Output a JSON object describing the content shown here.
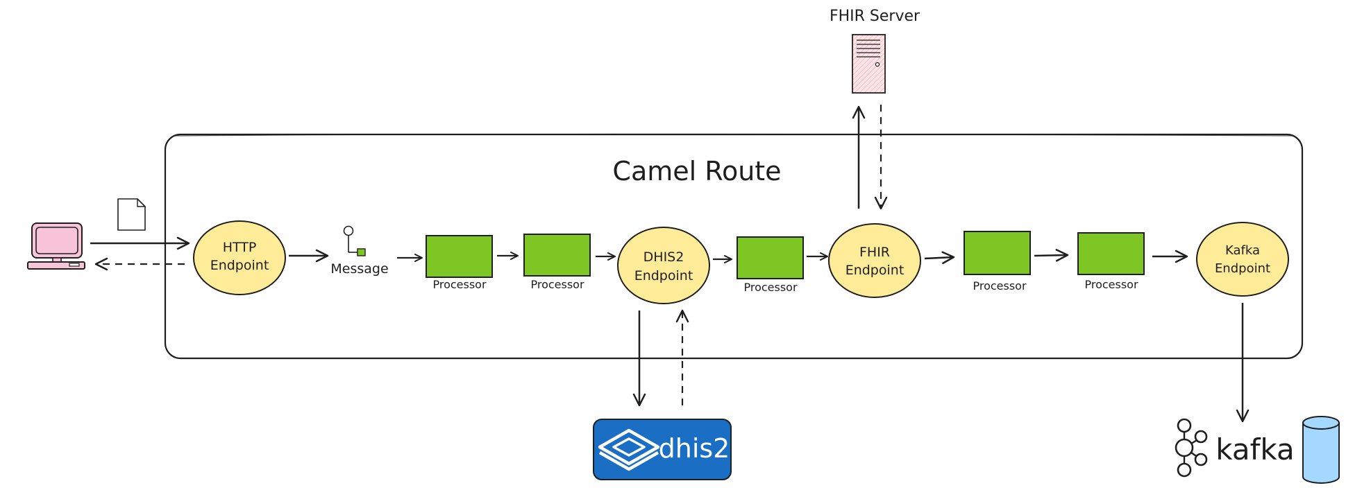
{
  "diagram": {
    "route_title": "Camel Route",
    "fhir_server_label": "FHIR Server",
    "message_label": "Message",
    "http_endpoint": {
      "line1": "HTTP",
      "line2": "Endpoint"
    },
    "dhis2_endpoint": {
      "line1": "DHIS2",
      "line2": "Endpoint"
    },
    "fhir_endpoint": {
      "line1": "FHIR",
      "line2": "Endpoint"
    },
    "kafka_endpoint": {
      "line1": "Kafka",
      "line2": "Endpoint"
    },
    "processors": [
      "Processor",
      "Processor",
      "Processor",
      "Processor",
      "Processor"
    ],
    "dhis2_logo_text": "dhis2",
    "kafka_logo_text": "kafka"
  },
  "colors": {
    "endpoint_fill": "#ffec99",
    "processor_fill": "#7ec623",
    "dhis2_blue": "#1a6fc4",
    "computer_pink": "#f8c4d8",
    "server_pink": "#f6d3d8",
    "cylinder_blue": "#a5d8ff",
    "stroke": "#1e1e1e"
  }
}
